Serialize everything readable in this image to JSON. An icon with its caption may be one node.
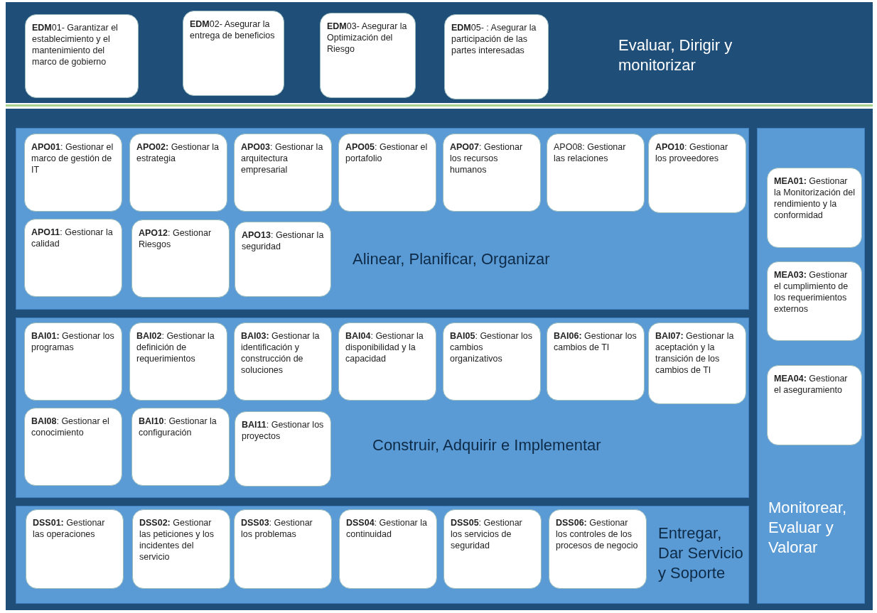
{
  "diagram": {
    "nodes": [
      {
        "text": [
          "Evaluar, Dirigir y monitorizar"
        ]
      },
      {
        "text": [
          "**EDM**01- Garantizar el establecimiento y el mantenimiento del marco de gobierno"
        ],
        "in": 0
      },
      {
        "text": [
          "**EDM**02- Asegurar la entrega de beneficios"
        ],
        "in": 0
      },
      {
        "text": [
          "**EDM**03- Asegurar la Optimización del Riesgo"
        ],
        "in": 0
      },
      {
        "text": [
          "**EDM**05- : Asegurar la participación de las partes interesadas"
        ],
        "in": 0
      },
      {
        "text": [
          "Alinear, Planificar, Organizar"
        ]
      },
      {
        "text": [
          "**APO01**: Gestionar el marco de gestión de IT"
        ],
        "in": 5
      },
      {
        "text": [
          "**APO02:** Gestionar la estrategia"
        ],
        "in": 5
      },
      {
        "text": [
          "**APO03**: Gestionar la arquitectura empresarial"
        ],
        "in": 5
      },
      {
        "text": [
          "**APO05**: Gestionar el portafolio"
        ],
        "in": 5
      },
      {
        "text": [
          "**APO07**: Gestionar los recursos humanos"
        ],
        "in": 5
      },
      {
        "text": [
          "APO08: Gestionar las relaciones"
        ],
        "in": 5
      },
      {
        "text": [
          "**APO10**: Gestionar los proveedores"
        ],
        "in": 5
      },
      {
        "text": [
          "**APO11**: Gestionar la calidad"
        ],
        "in": 5
      },
      {
        "text": [
          "**APO12**: Gestionar Riesgos"
        ],
        "in": 5
      },
      {
        "text": [
          "**APO13**: Gestionar la seguridad"
        ],
        "in": 5
      },
      {
        "text": [
          "Construir, Adquirir e Implementar"
        ]
      },
      {
        "text": [
          "**BAI01:** Gestionar los programas"
        ],
        "in": 16
      },
      {
        "text": [
          "**BAI02**: Gestionar la definición de requerimientos"
        ],
        "in": 16
      },
      {
        "text": [
          "**BAI03:** Gestionar la identificación y construcción de soluciones"
        ],
        "in": 16
      },
      {
        "text": [
          "**BAI04**: Gestionar la disponibilidad y la capacidad"
        ],
        "in": 16
      },
      {
        "text": [
          "**BAI05**: Gestionar los cambios organizativos"
        ],
        "in": 16
      },
      {
        "text": [
          "**BAI06:** Gestionar los cambios de TI"
        ],
        "in": 16
      },
      {
        "text": [
          "**BAI07:** Gestionar la aceptación y la transición de los cambios de TI"
        ],
        "in": 16
      },
      {
        "text": [
          "**BAI08**: Gestionar el conocimiento"
        ],
        "in": 16
      },
      {
        "text": [
          "**BAI10**: Gestionar la configuración"
        ],
        "in": 16
      },
      {
        "text": [
          "**BAI11**: Gestionar los proyectos"
        ],
        "in": 16
      },
      {
        "text": [
          "Entregar, Dar Servicio y Soporte"
        ]
      },
      {
        "text": [
          "**DSS01:** Gestionar las operaciones"
        ],
        "in": 27
      },
      {
        "text": [
          "**DSS02:** Gestionar las peticiones y los incidentes del servicio"
        ],
        "in": 27
      },
      {
        "text": [
          "**DSS03**: Gestionar los problemas"
        ],
        "in": 27
      },
      {
        "text": [
          "**DSS04**: Gestionar la continuidad"
        ],
        "in": 27
      },
      {
        "text": [
          "**DSS05**: Gestionar los servicios de seguridad"
        ],
        "in": 27
      },
      {
        "text": [
          "**DSS06:** Gestionar los controles de los procesos de negocio"
        ],
        "in": 27
      },
      {
        "text": [
          "Monitorear, Evaluar y Valorar"
        ]
      },
      {
        "text": [
          "**MEA01:** Gestionar la Monitorización del rendimiento y la conformidad"
        ],
        "in": 34
      },
      {
        "text": [
          "**MEA03:** Gestionar el cumplimiento de los requerimientos externos"
        ],
        "in": 34
      },
      {
        "text": [
          "**MEA04:** Gestionar el aseguramiento"
        ],
        "in": 34
      }
    ],
    "edges": []
  }
}
